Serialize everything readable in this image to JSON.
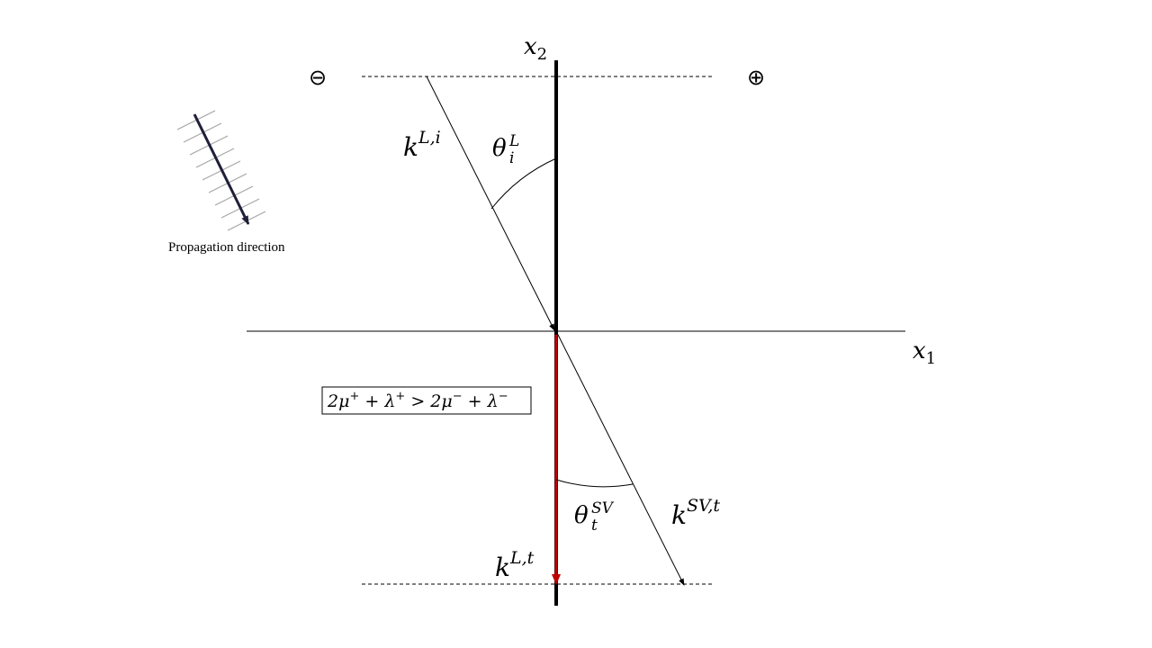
{
  "axes": {
    "x1": {
      "base": "x",
      "sub": "1"
    },
    "x2": {
      "base": "x",
      "sub": "2"
    }
  },
  "regions": {
    "minus": "⊖",
    "plus": "⊕"
  },
  "legend": {
    "caption": "Propagation direction"
  },
  "waves": {
    "incident": {
      "base": "k",
      "sup": "L,i"
    },
    "transmitted_sv": {
      "base": "k",
      "sup": "SV,t"
    },
    "transmitted_l": {
      "base": "k",
      "sup": "L,t"
    }
  },
  "angles": {
    "incident": {
      "base": "θ",
      "sub": "i",
      "sup": "L"
    },
    "transmitted": {
      "base": "θ",
      "sub": "t",
      "sup": "SV"
    }
  },
  "condition": {
    "t1": "2μ",
    "s1": "+",
    "t2": " + λ",
    "s2": "+",
    "t3": " > 2μ",
    "s3": "−",
    "t4": " + λ",
    "s4": "−"
  },
  "colors": {
    "transmitted_l_wave": "#c00000",
    "interface": "#000000",
    "legend_arrow": "#1f1f3a",
    "hatch": "#a6a6a6"
  }
}
